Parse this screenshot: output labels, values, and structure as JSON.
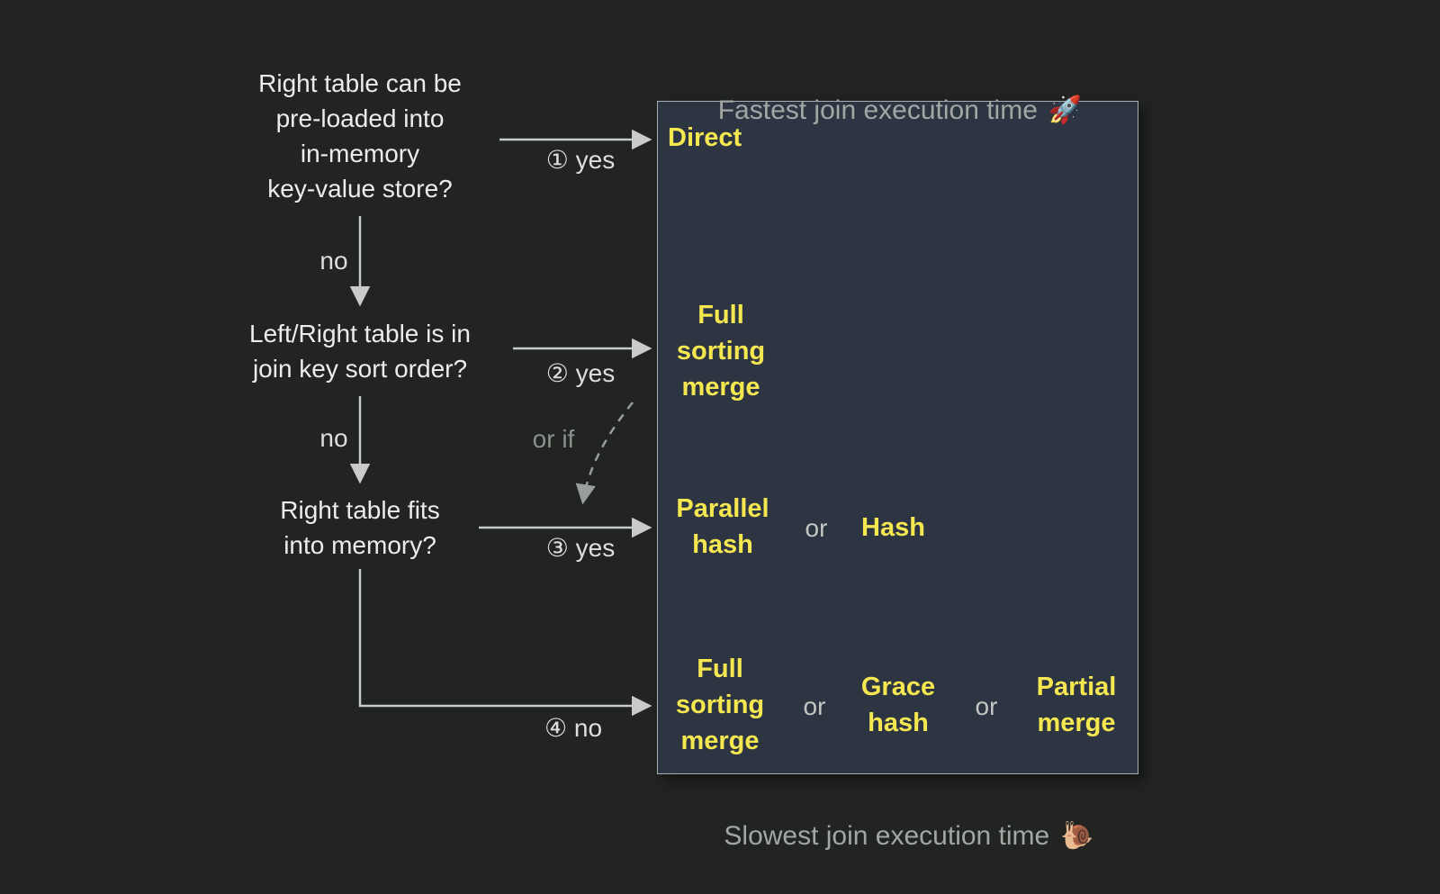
{
  "colors": {
    "background": "#212420",
    "panel_background": "#2d3442",
    "panel_border": "#a9aeb5",
    "algorithm_yellow": "#f5e750",
    "question_white": "#ececec",
    "caption_gray": "#a3a7a3",
    "arrow_gray": "#c8cbc8"
  },
  "captions": {
    "fastest": "Fastest join execution time",
    "fastest_icon": "🚀",
    "slowest": "Slowest join execution time",
    "slowest_icon": "🐌"
  },
  "questions": {
    "q1": "Right table can be\npre-loaded into\nin-memory\nkey-value store?",
    "q2": "Left/Right table is in\njoin key sort order?",
    "q3": "Right table fits\ninto memory?"
  },
  "labels": {
    "yes1": "① yes",
    "no1": "no",
    "yes2": "② yes",
    "no2": "no",
    "or_if": "or if",
    "yes3": "③ yes",
    "no4": "④  no"
  },
  "algorithms": {
    "direct": "Direct",
    "full_sorting_merge_top": "Full\nsorting\nmerge",
    "parallel_hash": "Parallel\nhash",
    "or_a": "or",
    "hash": "Hash",
    "full_sorting_merge_bottom": "Full\nsorting\nmerge",
    "or_b": "or",
    "grace_hash": "Grace\nhash",
    "or_c": "or",
    "partial_merge": "Partial\nmerge"
  }
}
